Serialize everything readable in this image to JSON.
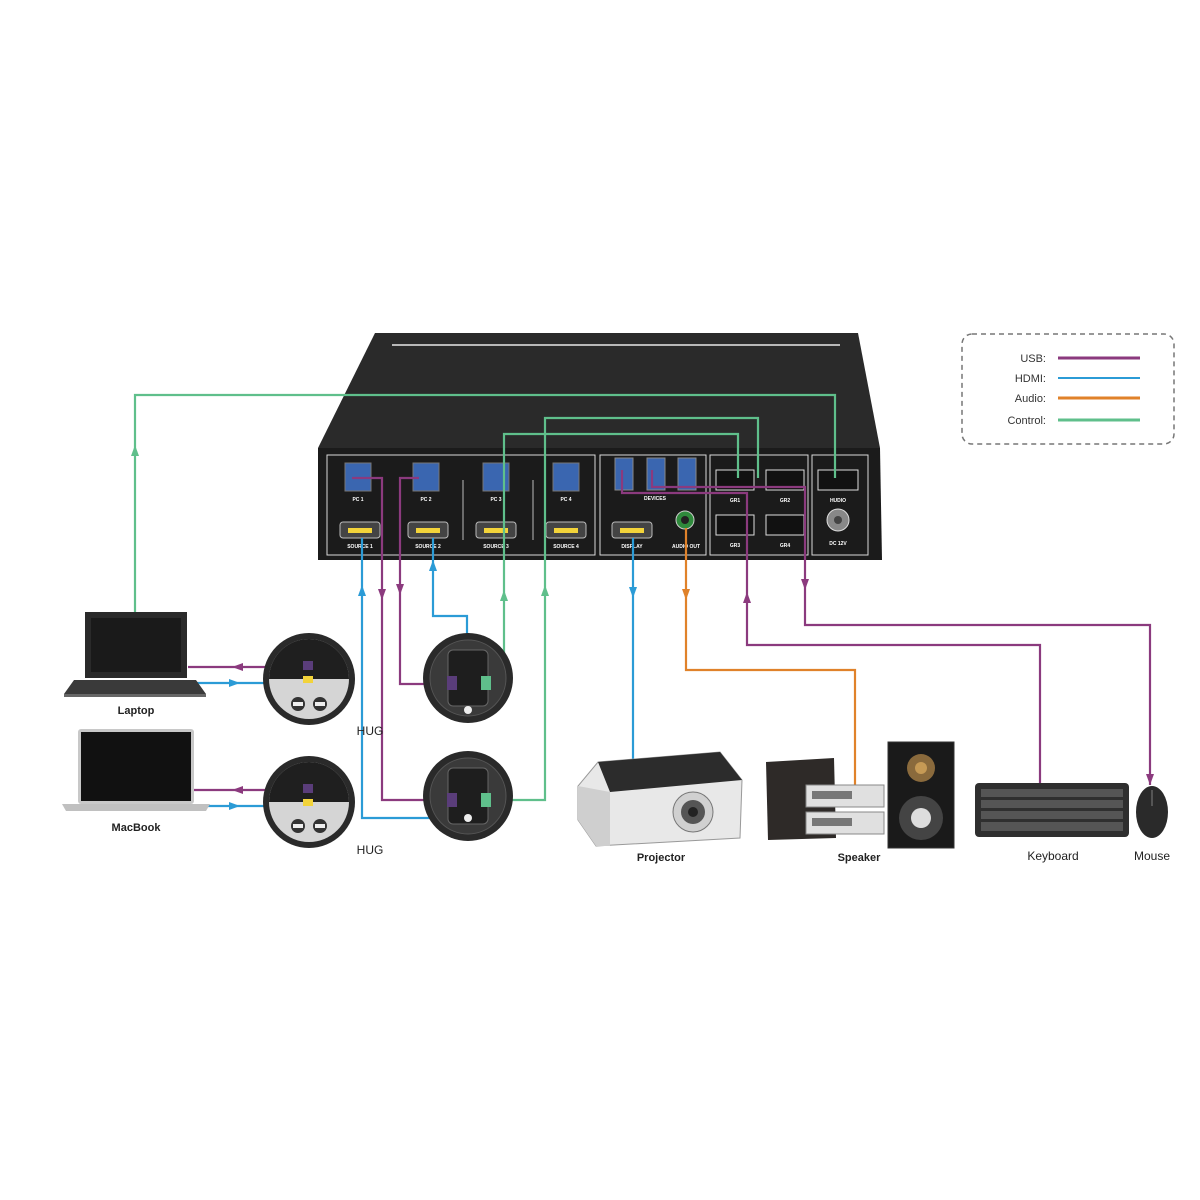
{
  "colors": {
    "usb": "#8B3A7E",
    "hdmi": "#2B9BD6",
    "audio": "#E0822A",
    "control": "#5FBF8B",
    "chassis": "#1e1e1e"
  },
  "legend": {
    "usb": "USB:",
    "hdmi": "HDMI:",
    "audio": "Audio:",
    "control": "Control:"
  },
  "device": {
    "top_label": "",
    "ports": {
      "pc1": "PC 1",
      "pc2": "PC 2",
      "pc3": "PC 3",
      "pc4": "PC 4",
      "source1": "SOURCE 1",
      "source2": "SOURCE 2",
      "source3": "SOURCE 3",
      "source4": "SOURCE 4",
      "devices": "DEVICES",
      "display": "DISPLAY",
      "audio_out": "AUDIO OUT",
      "gr1": "GR1",
      "gr2": "GR2",
      "gr3": "GR3",
      "gr4": "GR4",
      "hudio": "HUDIO",
      "dc": "DC 12V"
    }
  },
  "labels": {
    "laptop": "Laptop",
    "macbook": "MacBook",
    "hug1": "HUG",
    "hug2": "HUG",
    "projector": "Projector",
    "speaker": "Speaker",
    "keyboard": "Keyboard",
    "mouse": "Mouse"
  },
  "icons": [
    "laptop-icon",
    "macbook-icon",
    "hug-icon",
    "projector-icon",
    "speaker-icon",
    "keyboard-icon",
    "mouse-icon"
  ]
}
